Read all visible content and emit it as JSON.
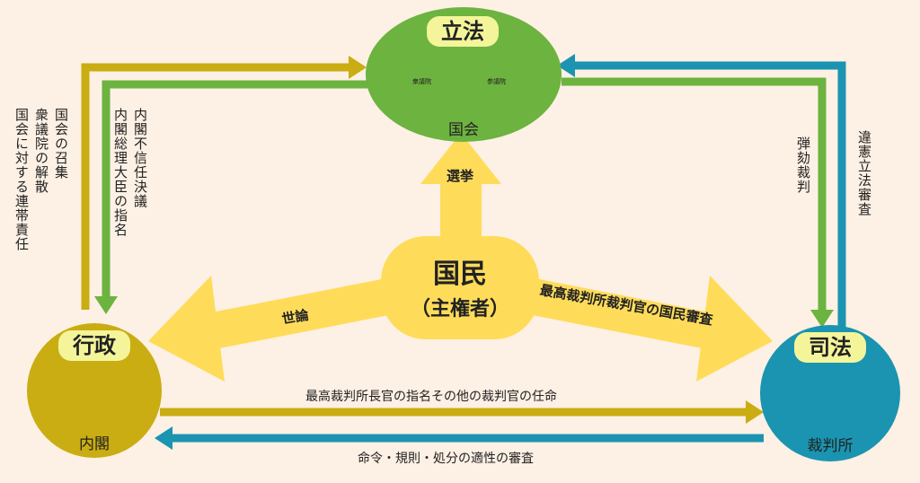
{
  "nodes": {
    "legislature": {
      "title": "立法",
      "label": "国会"
    },
    "executive": {
      "title": "行政",
      "label": "内閣"
    },
    "judiciary": {
      "title": "司法",
      "label": "裁判所"
    },
    "people": {
      "title": "国民",
      "subtitle": "（主権者）"
    }
  },
  "edges": {
    "people_to_legislature": "選挙",
    "people_to_executive": "世論",
    "people_to_judiciary": "最高裁判所裁判官の国民審査",
    "executive_to_legislature_1": "国会の召集",
    "executive_to_legislature_2": "衆議院の解散",
    "executive_to_legislature_3": "国会に対する連帯責任",
    "legislature_to_executive_1": "内閣不信任決議",
    "legislature_to_executive_2": "内閣総理大臣の指名",
    "legislature_to_judiciary": "弾劾裁判",
    "judiciary_to_legislature": "違憲立法審査",
    "executive_to_judiciary": "最高裁判所長官の指名その他の裁判官の任命",
    "judiciary_to_executive": "命令・規則・処分の適性の審査"
  },
  "building_signs": {
    "left": "衆議院",
    "right": "参議院"
  },
  "colors": {
    "background": "#fdf0e4",
    "legislature": "#6db33f",
    "executive": "#c9ad12",
    "judiciary": "#1a94b0",
    "people": "#fedc5a",
    "badge": "#f4f59a"
  }
}
